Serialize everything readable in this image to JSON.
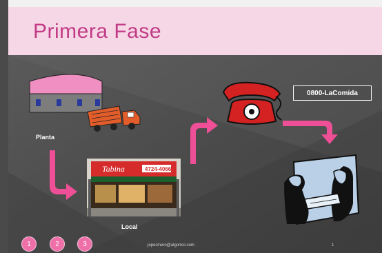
{
  "slide": {
    "title": "Primera Fase",
    "labels": {
      "plant": "Planta",
      "local": "Local",
      "phone_number": "0800-LaComida"
    },
    "storefront_sign": {
      "brand": "Tabina",
      "phone": "4724-4066"
    },
    "nav_buttons": [
      "1",
      "2",
      "3"
    ],
    "footer_email": "jepocinero@algorico.com",
    "page_number": "1"
  },
  "colors": {
    "title_band": "#f6d7e6",
    "title_text": "#c23b86",
    "arrow": "#ef4f96",
    "background_dark": "#4a4a4a",
    "button": "#ef6fa8"
  },
  "icons": [
    "warehouse-icon",
    "delivery-truck-icon",
    "telephone-icon",
    "customer-handoff-icon",
    "storefront-photo"
  ]
}
